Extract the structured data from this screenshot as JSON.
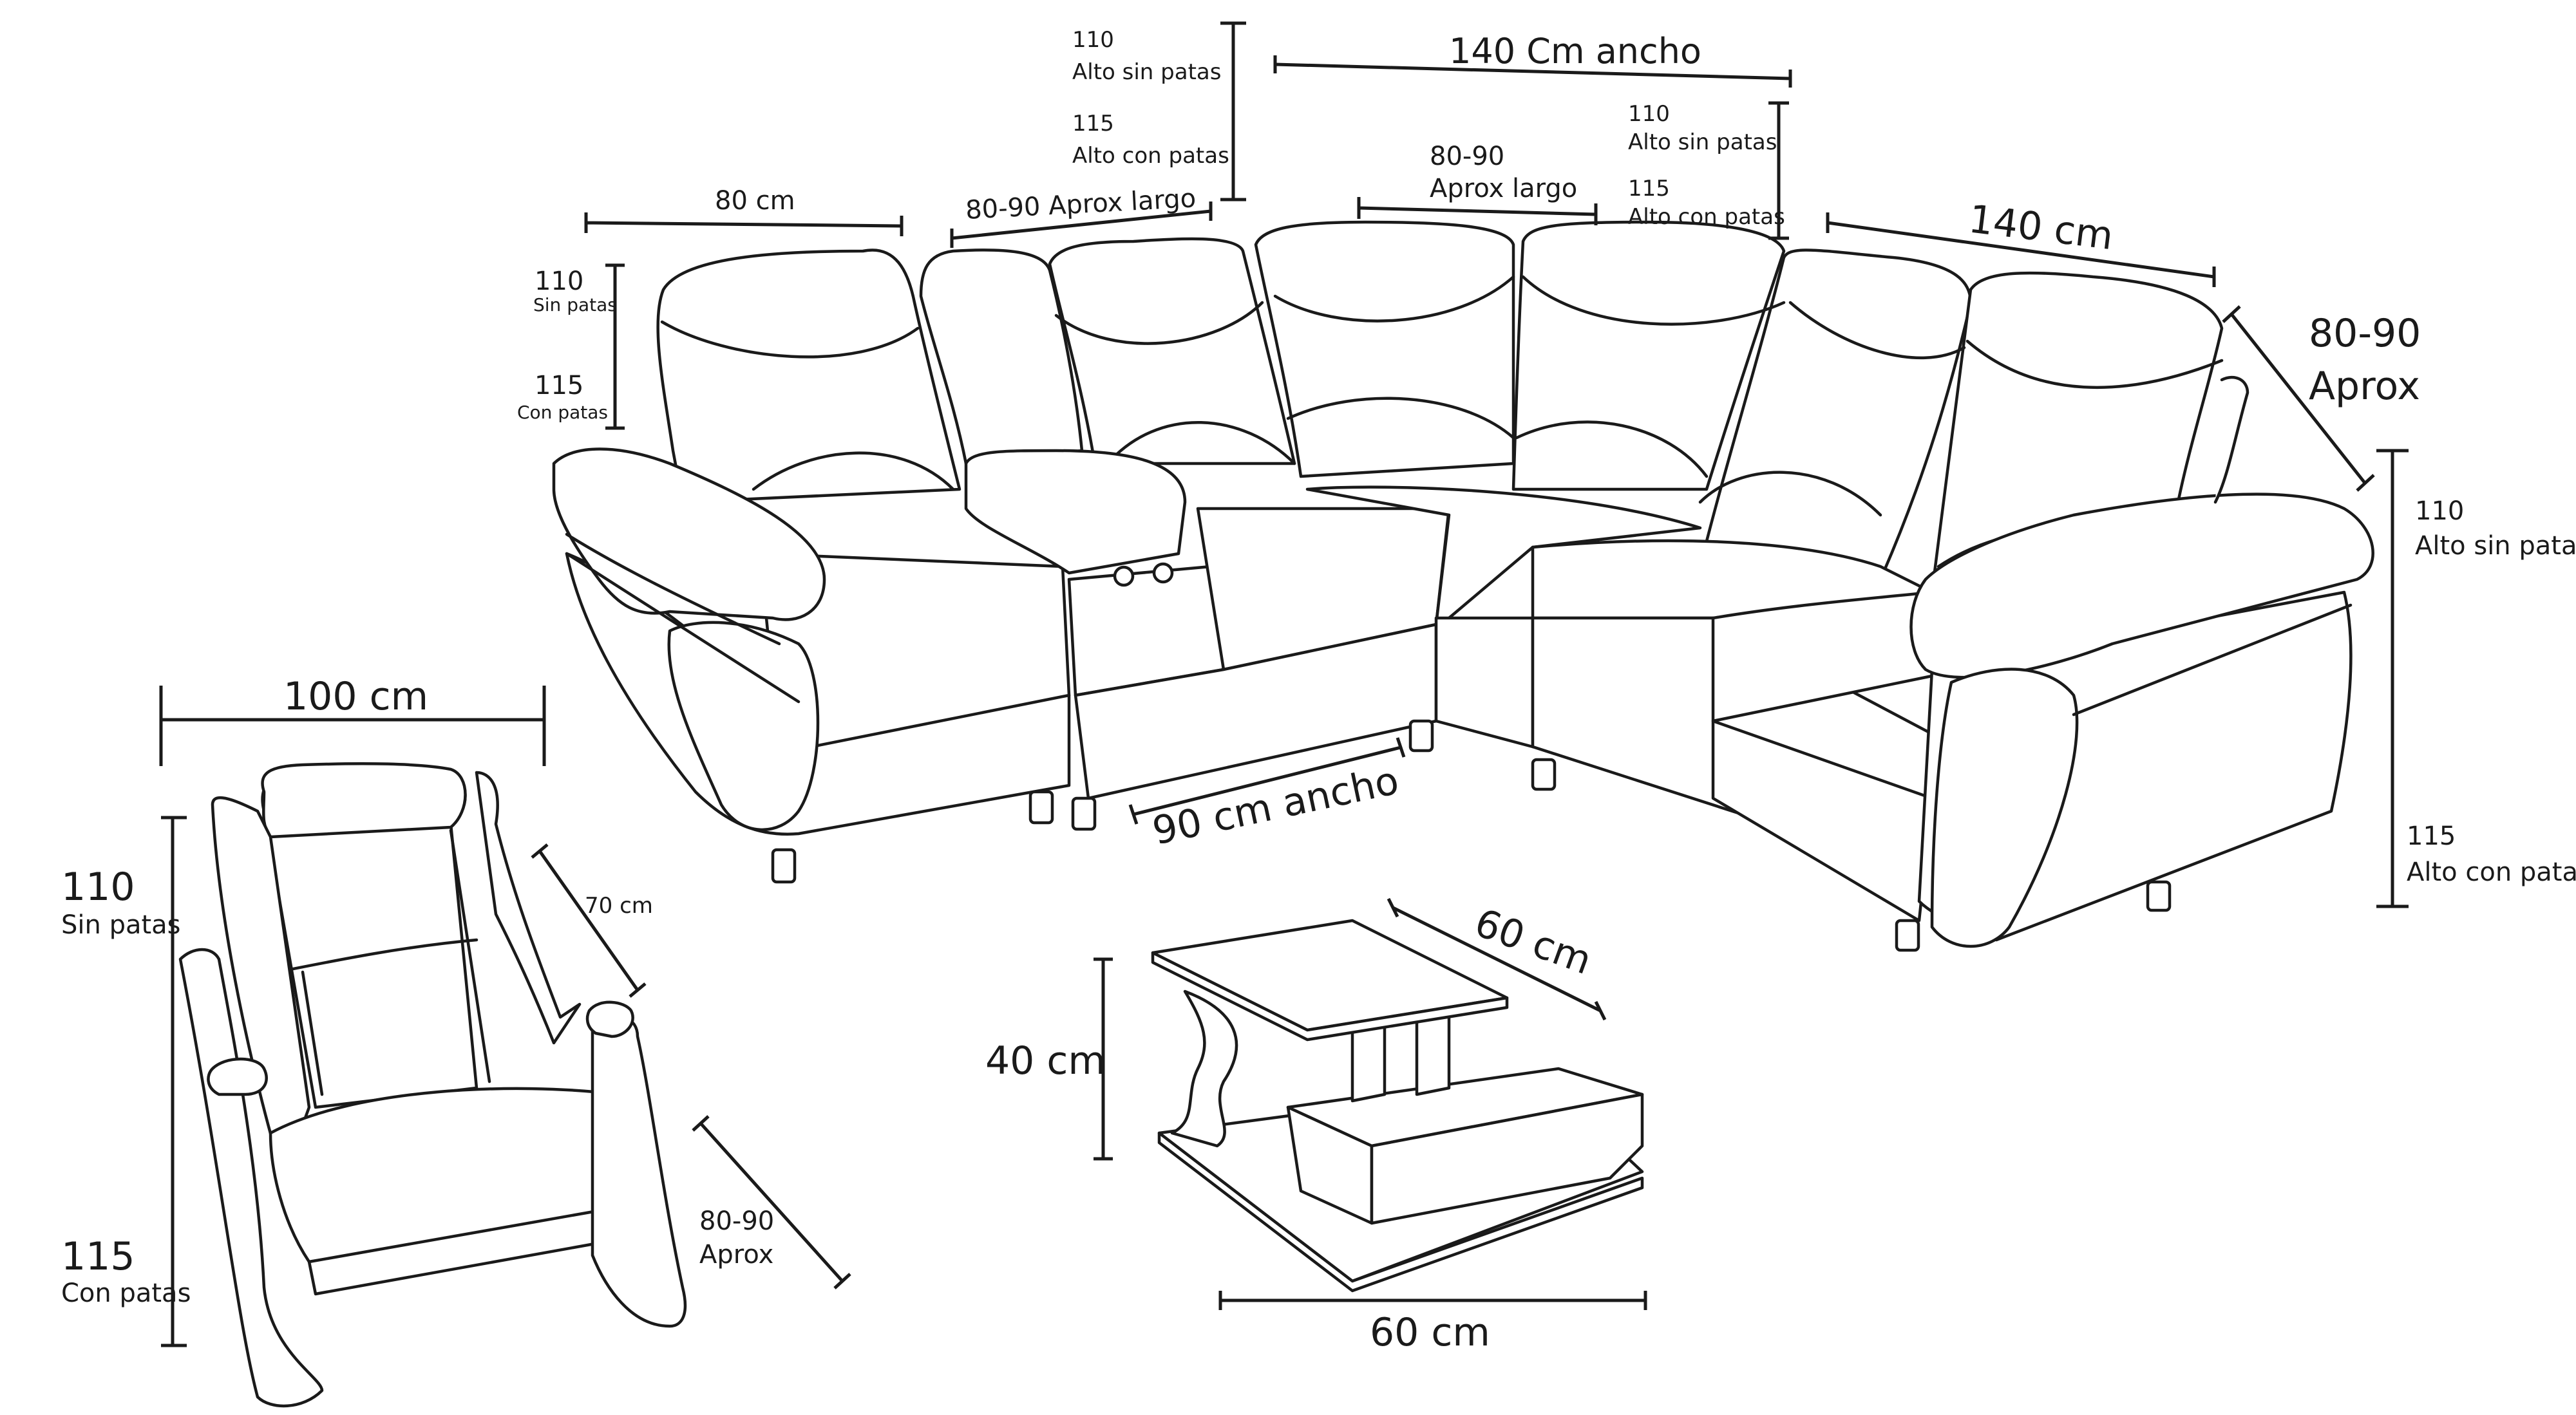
{
  "sofa": {
    "top_height_no_legs": "110",
    "top_height_no_legs_label": "Alto sin patas",
    "top_height_legs": "115",
    "top_height_legs_label": "Alto con patas",
    "top_width": "140 Cm ancho",
    "right_height_no_legs": "110",
    "right_height_no_legs_label": "Alto sin patas",
    "right_height_legs": "115",
    "right_height_legs_label": "Alto con patas",
    "mid_depth": "80-90",
    "mid_depth_label": "Aprox largo",
    "left_depth": "80-90 Aprox largo",
    "left_width": "80 cm",
    "left_height_no_legs": "110",
    "left_height_no_legs_label": "Sin patas",
    "left_height_legs": "115",
    "left_height_legs_label": "Con patas",
    "right_width": "140 cm",
    "right_depth": "80-90",
    "right_depth_label": "Aprox",
    "far_height_no_legs": "110",
    "far_height_no_legs_label": "Alto sin patas",
    "far_height_legs": "115",
    "far_height_legs_label": "Alto con patas",
    "front_width": "90 cm ancho"
  },
  "armchair": {
    "width": "100 cm",
    "height_no_legs": "110",
    "height_no_legs_label": "Sin patas",
    "height_legs": "115",
    "height_legs_label": "Con patas",
    "arm_depth": "70 cm",
    "depth": "80-90",
    "depth_label": "Aprox"
  },
  "table": {
    "depth": "60 cm",
    "height": "40 cm",
    "width": "60 cm"
  }
}
